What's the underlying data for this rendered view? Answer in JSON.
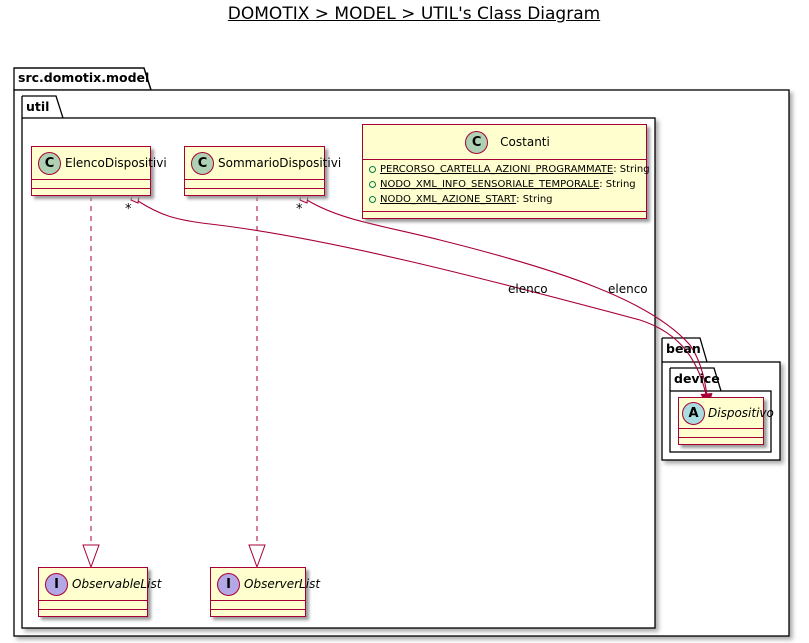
{
  "title": "DOMOTIX > MODEL > UTIL's Class Diagram",
  "packages": {
    "model": "src.domotix.model",
    "util": "util",
    "bean": "bean",
    "device": "device"
  },
  "classes": {
    "costanti": {
      "stereotype": "C",
      "name": "Costanti",
      "attributes": [
        {
          "name": "PERCORSO_CARTELLA_AZIONI_PROGRAMMATE",
          "type": " : String"
        },
        {
          "name": "NODO_XML_INFO_SENSORIALE_TEMPORALE",
          "type": " : String"
        },
        {
          "name": "NODO_XML_AZIONE_START",
          "type": " : String"
        }
      ]
    },
    "elenco_dispositivi": {
      "stereotype": "C",
      "name": "ElencoDispositivi"
    },
    "sommario_dispositivi": {
      "stereotype": "C",
      "name": "SommarioDispositivi"
    },
    "observable_list": {
      "stereotype": "I",
      "name": "ObservableList"
    },
    "observer_list": {
      "stereotype": "I",
      "name": "ObserverList"
    },
    "dispositivo": {
      "stereotype": "A",
      "name": "Dispositivo"
    }
  },
  "relations": {
    "elenco_role": "elenco",
    "elenco_multiplicity": "*",
    "sommario_role": "elenco",
    "sommario_multiplicity": "*"
  },
  "colors": {
    "border": "#A80036",
    "class_fill": "#FEFECE",
    "class_badge": "#ADD1B2",
    "interface_badge": "#B4A7E5",
    "abstract_badge": "#A9DCDF"
  }
}
